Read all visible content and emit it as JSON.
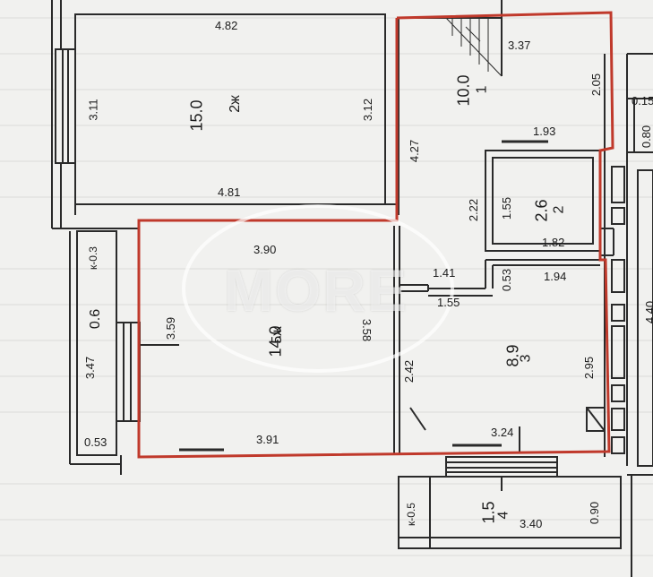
{
  "watermark": "MORE",
  "rooms": {
    "room_2zh": {
      "id": "2ж",
      "area": "15.0"
    },
    "room_1": {
      "id": "1",
      "area": "10.0"
    },
    "room_2": {
      "id": "2",
      "area": "2.6"
    },
    "room_5zh": {
      "id": "5ж",
      "area": "14.0"
    },
    "room_3": {
      "id": "3",
      "area": "8.9"
    },
    "room_4": {
      "id": "4",
      "area": "1.5"
    },
    "balcony_left": {
      "id": "к-0.3",
      "area": "0.6"
    },
    "balcony_bottom": {
      "id": "к-0.5"
    }
  },
  "dims": {
    "d_4_82": "4.82",
    "d_3_11": "3.11",
    "d_3_12": "3.12",
    "d_4_81": "4.81",
    "d_3_37": "3.37",
    "d_2_05": "2.05",
    "d_0_15": "0.15",
    "d_0_80": "0.80",
    "d_4_27": "4.27",
    "d_1_93": "1.93",
    "d_2_22": "2.22",
    "d_1_55v": "1.55",
    "d_1_82": "1.82",
    "d_3_90": "3.90",
    "d_1_41": "1.41",
    "d_1_55h": "1.55",
    "d_0_53a": "0.53",
    "d_1_94": "1.94",
    "d_3_59": "3.59",
    "d_3_58": "3.58",
    "d_2_42": "2.42",
    "d_2_95": "2.95",
    "d_3_91": "3.91",
    "d_3_24": "3.24",
    "d_3_47": "3.47",
    "d_0_53b": "0.53",
    "d_3_40": "3.40",
    "d_0_90": "0.90",
    "d_4_40": "4.40"
  }
}
